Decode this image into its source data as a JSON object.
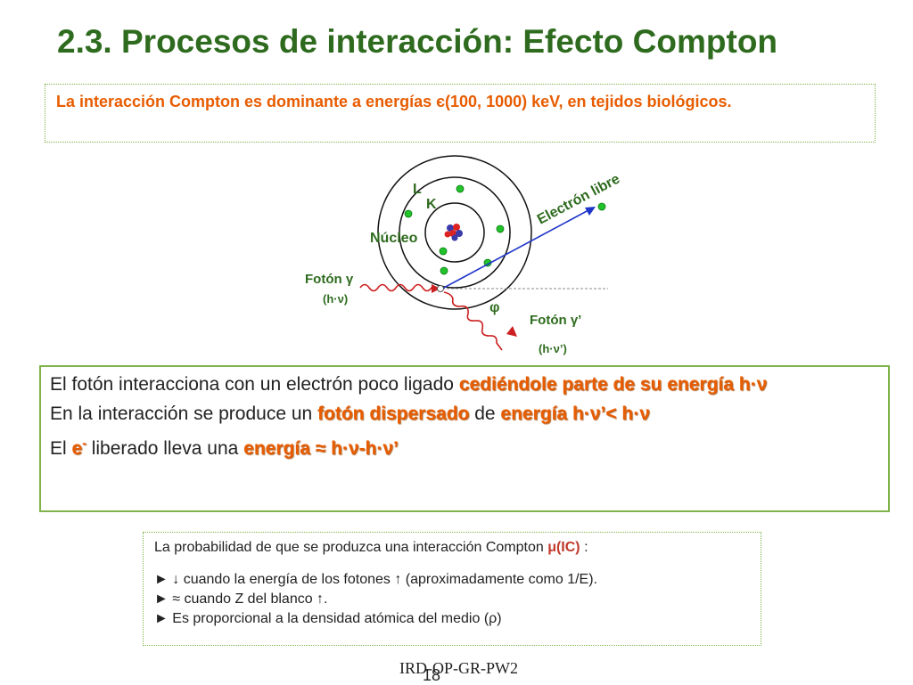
{
  "slide": {
    "title": "2.3. Procesos de interacción: Efecto Compton",
    "intro": "La interacción Compton es dominante a energías є(100, 1000) keV, en tejidos biológicos.",
    "footer": "IRD-OP-GR-PW2",
    "page_number": "18"
  },
  "diagram": {
    "label_L": "L",
    "label_K": "K",
    "label_nucleus": "Núcleo",
    "label_electron": "Electrón libre",
    "label_photon_in": "Fotón γ",
    "label_photon_in_energy": "(h·ν)",
    "label_angle": "φ",
    "label_photon_out": "Fotón γ’",
    "label_photon_out_energy": "(h·ν’)",
    "colors": {
      "electron": "#22c32a",
      "incoming_photon": "#cc1f1f",
      "outgoing_photon": "#cc1f1f",
      "electron_path": "#1f35c9",
      "text_green": "#2e6b1e"
    }
  },
  "main_box": {
    "line1_a": "El fotón interacciona con un electrón poco ligado ",
    "line1_hl": "cediéndole parte de su energía h·ν",
    "line2_a": "En la interacción se produce un ",
    "line2_hl1": "fotón dispersado",
    "line2_b": " de ",
    "line2_hl2": "energía h·ν’< h·ν",
    "line3_a": "El ",
    "line3_hl1": "e",
    "line3_sup": "-",
    "line3_b": " liberado lleva una ",
    "line3_hl2": "energía ≈ h·ν-h·ν’"
  },
  "prob_box": {
    "line1_a": "La probabilidad de que se produzca una interacción Compton ",
    "line1_hl": "μ(IC)",
    "line1_b": " :",
    "bullet1": "►  ↓ cuando la energía de los fotones ↑ (aproximadamente como 1/E).",
    "bullet2": "► ≈ cuando Z del blanco ↑.",
    "bullet3": "► Es proporcional a la densidad atómica del medio (ρ)"
  }
}
